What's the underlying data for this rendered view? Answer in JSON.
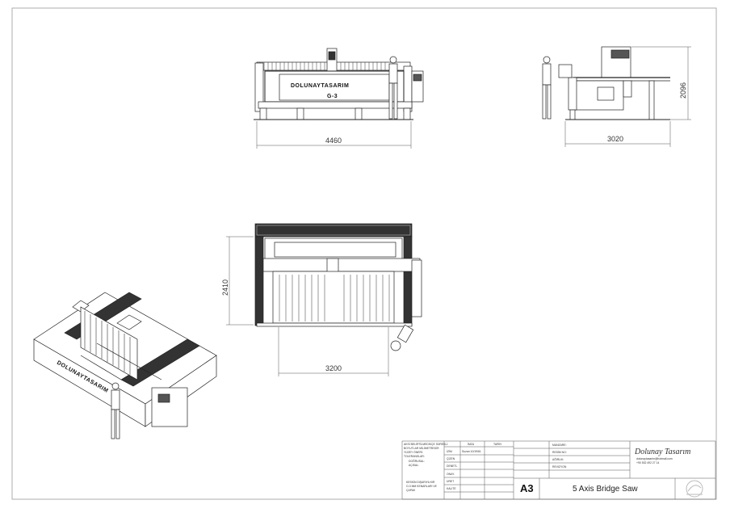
{
  "drawing": {
    "dimensions": {
      "front_width": "4460",
      "side_width": "3020",
      "side_height": "2096",
      "top_width": "3200",
      "top_height": "2410"
    },
    "machine_logo": "DOLUNAYTASARIM",
    "machine_model": "G-3"
  },
  "title_block": {
    "notes": [
      "AKSİ BELİRTİLMEDİKÇE SÜREKLİ:",
      "BOYUTLAR MİLİMETREDİR",
      "YÜZEY ÖNERİ:",
      "TOLERANSLAR:",
      "DOĞRUSAL:",
      "AÇISAL:"
    ],
    "edge_notes": [
      "KESKİN DIŞARIYA KIR",
      "O-3 MM KENARLARI VE",
      "ÇAPAK"
    ],
    "col_ad": "İMZA",
    "col_tarih": "TARİH",
    "rows": [
      "İZİM",
      "ÇİZEN",
      "DENETL",
      "ONAY.",
      "ÜRET",
      "KALİTE"
    ],
    "izim_value": "Suzan 10/19/61",
    "right_labels": [
      "MANZARE:",
      "RESİM NO:",
      "AĞIRLIK:",
      "REVİZYON"
    ],
    "sheet_size": "A3",
    "drawing_title": "5 Axis Bridge Saw",
    "brand_name": "Dolunay Tasarım",
    "brand_contact_1": "dolunaytasarim@hotmail.com",
    "brand_contact_2": "+90 532 492 27 14"
  }
}
